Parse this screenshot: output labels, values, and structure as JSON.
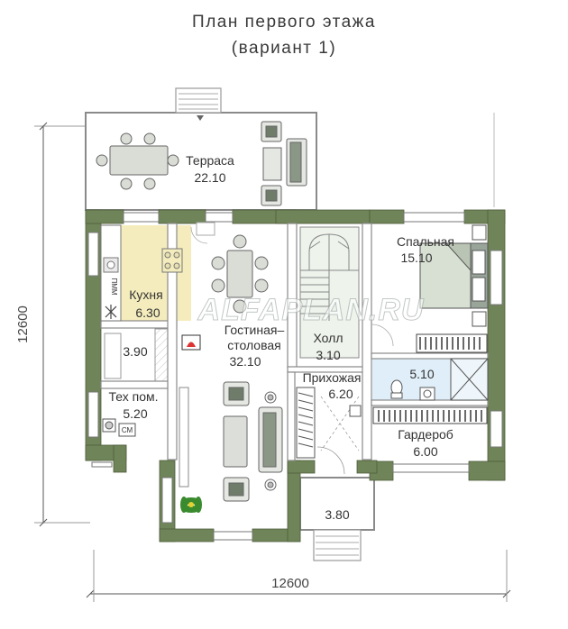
{
  "title": {
    "line1": "План первого этажа",
    "line2": "(вариант 1)"
  },
  "watermark": "ALFAPLAN.RU",
  "dimensions": {
    "width": "12600",
    "height": "12600"
  },
  "rooms": [
    {
      "id": "terrace",
      "name": "Терраса",
      "area": "22.10"
    },
    {
      "id": "kitchen",
      "name": "Кухня",
      "area": "6.30"
    },
    {
      "id": "living",
      "name": "Гостиная–столовая",
      "name_line1": "Гостиная–",
      "name_line2": "столовая",
      "area": "32.10"
    },
    {
      "id": "storage",
      "name": "",
      "area": "3.90"
    },
    {
      "id": "tech",
      "name": "Тех пом.",
      "area": "5.20"
    },
    {
      "id": "hall",
      "name": "Холл",
      "area": "3.10"
    },
    {
      "id": "entrance",
      "name": "Прихожая",
      "area": "6.20"
    },
    {
      "id": "bedroom",
      "name": "Спальная",
      "area": "15.10"
    },
    {
      "id": "bathroom",
      "name": "",
      "area": "5.10"
    },
    {
      "id": "wardrobe",
      "name": "Гардероб",
      "area": "6.00"
    },
    {
      "id": "porch",
      "name": "",
      "area": "3.80"
    }
  ],
  "appliance_labels": {
    "dishwasher": "ПММ",
    "washer": "СМ"
  },
  "colors": {
    "wall": "#6f8458",
    "kitchen_floor": "#f4ecbc",
    "bath_floor": "#dfeef8",
    "outline": "#9a9a9a",
    "furniture": "#d9ddd6"
  }
}
